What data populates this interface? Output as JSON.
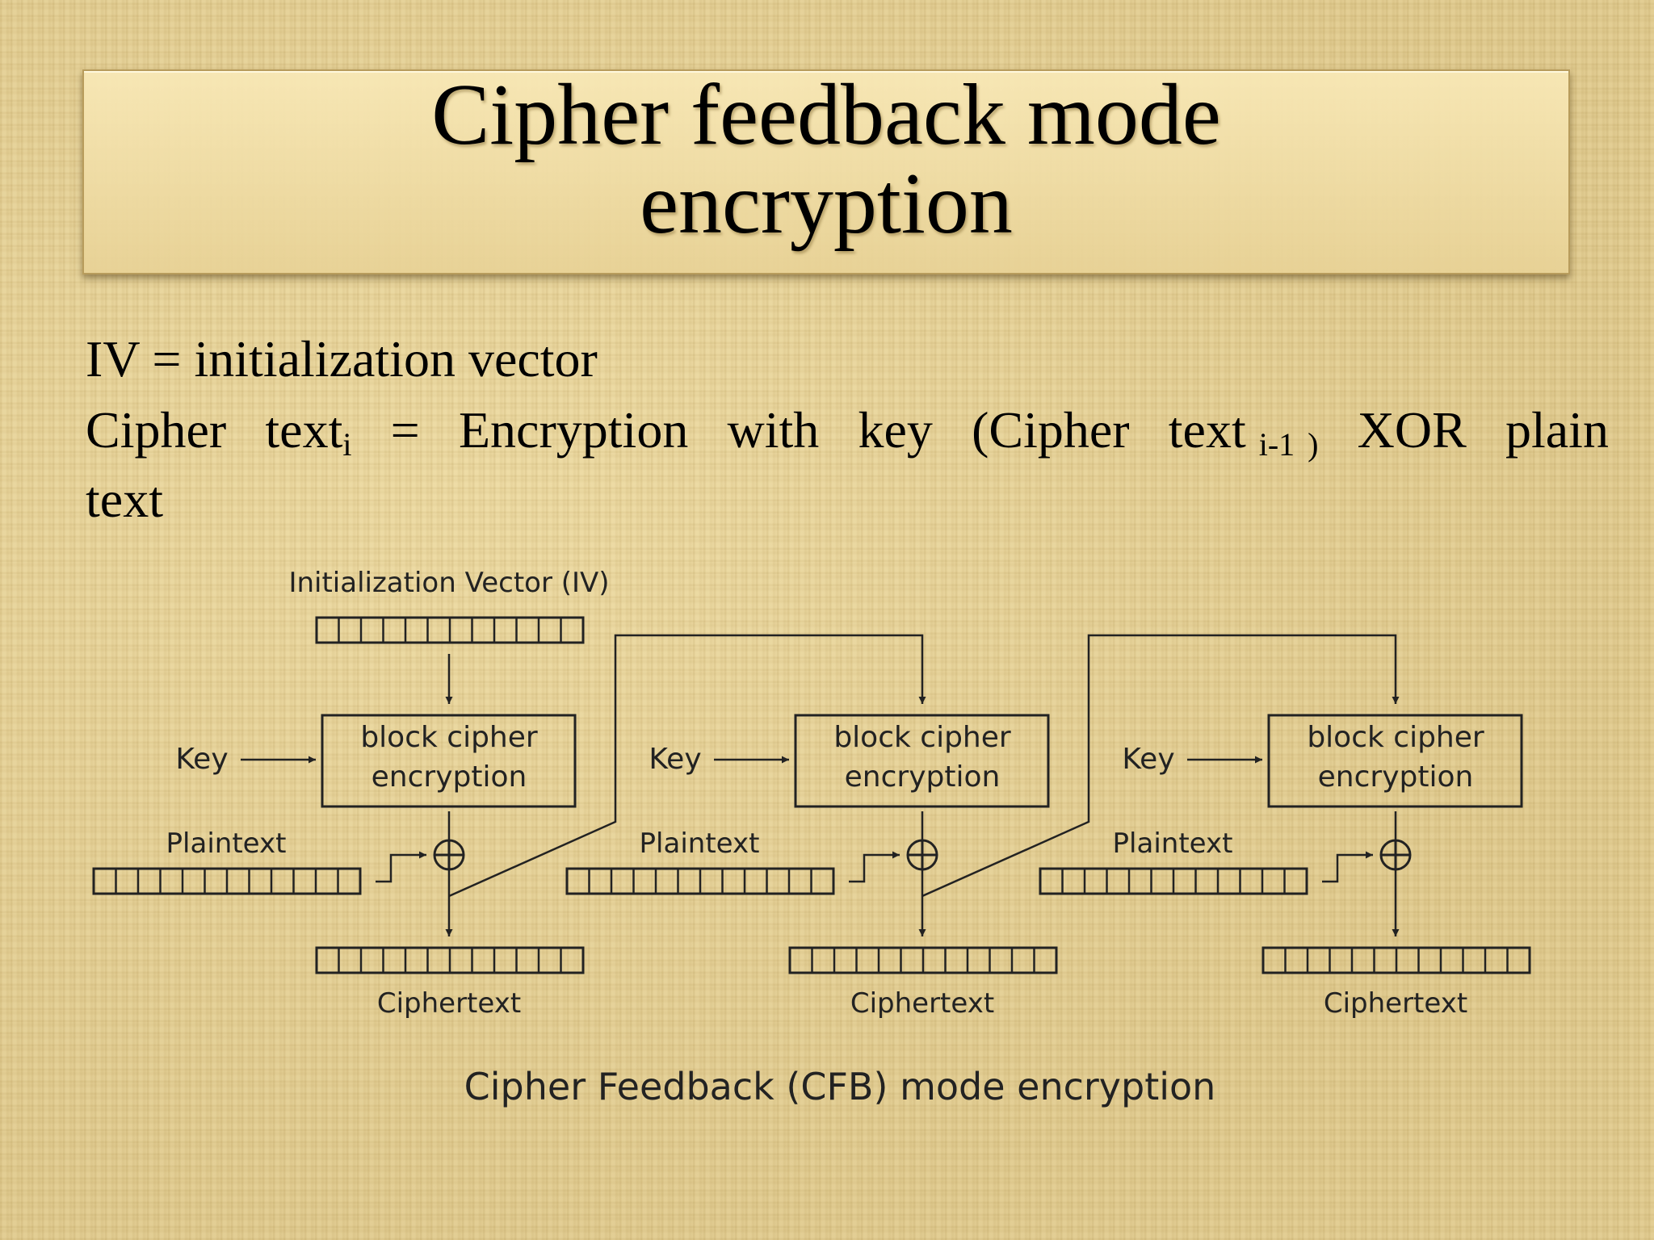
{
  "title": {
    "line1": "Cipher feedback mode",
    "line2": "encryption"
  },
  "body": {
    "line1": "IV = initialization vector",
    "line2": {
      "word1": "Cipher",
      "word2": "text",
      "sub_i": "i",
      "word3": "=",
      "word4": "Encryption",
      "word5": "with",
      "word6": "key",
      "word7": "(Cipher",
      "word8": "text",
      "sub_i1": "i-1",
      "word9": ")",
      "word10": "XOR",
      "word11": "plain"
    },
    "line3": "text"
  },
  "diagram": {
    "iv_label": "Initialization Vector (IV)",
    "key_label": "Key",
    "block_line1": "block cipher",
    "block_line2": "encryption",
    "plaintext_label": "Plaintext",
    "ciphertext_label": "Ciphertext",
    "caption": "Cipher Feedback (CFB) mode encryption",
    "stages": 3,
    "segments_per_register": 12
  },
  "colors": {
    "background": "#e2cd93",
    "ink": "#222222"
  }
}
